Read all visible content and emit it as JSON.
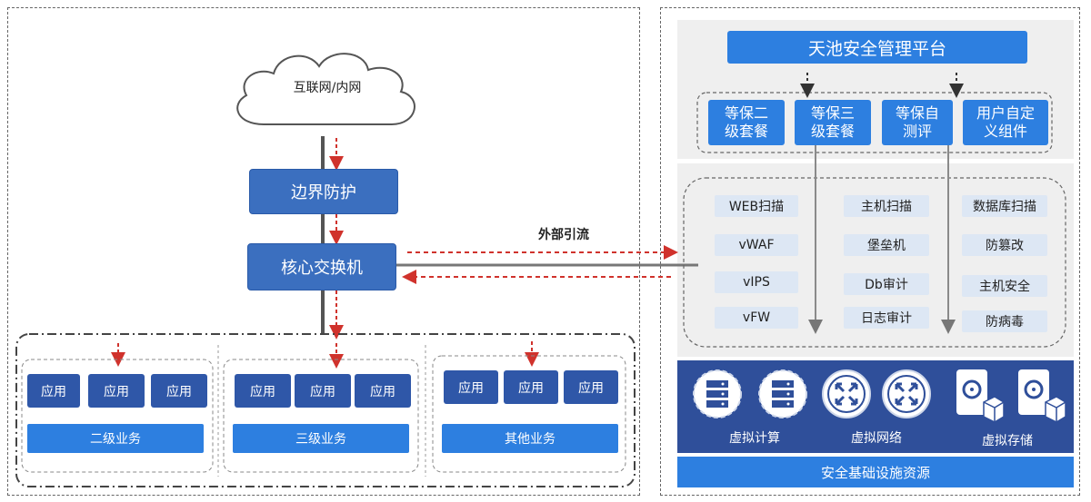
{
  "internet": {
    "label": "互联网/内网"
  },
  "border": {
    "label": "边界防护"
  },
  "core_switch": {
    "label": "核心交换机"
  },
  "traffic": {
    "label": "外部引流"
  },
  "app_label": "应用",
  "groups": [
    {
      "label": "二级业务"
    },
    {
      "label": "三级业务"
    },
    {
      "label": "其他业务"
    }
  ],
  "platform": {
    "title": "天池安全管理平台"
  },
  "packages": [
    {
      "line1": "等保二",
      "line2": "级套餐"
    },
    {
      "line1": "等保三",
      "line2": "级套餐"
    },
    {
      "line1": "等保自",
      "line2": "测评"
    },
    {
      "line1": "用户自定",
      "line2": "义组件"
    }
  ],
  "tools": {
    "col1": [
      "WEB扫描",
      "vWAF",
      "vIPS",
      "vFW"
    ],
    "col2": [
      "主机扫描",
      "堡垒机",
      "Db审计",
      "日志审计"
    ],
    "col3": [
      "数据库扫描",
      "防篡改",
      "主机安全",
      "防病毒"
    ]
  },
  "resources": {
    "compute": "虚拟计算",
    "network": "虚拟网络",
    "storage": "虚拟存储"
  },
  "footer": "安全基础设施资源",
  "icons": {
    "cloud": "cloud-icon",
    "server": "server-icon",
    "router": "router-icon",
    "storage": "storage-disk-icon"
  },
  "colors": {
    "accent_blue": "#2d7fe0",
    "dark_blue": "#2f4f9a",
    "arrow_red": "#d0322c",
    "tool_bg": "#dde7f4"
  }
}
